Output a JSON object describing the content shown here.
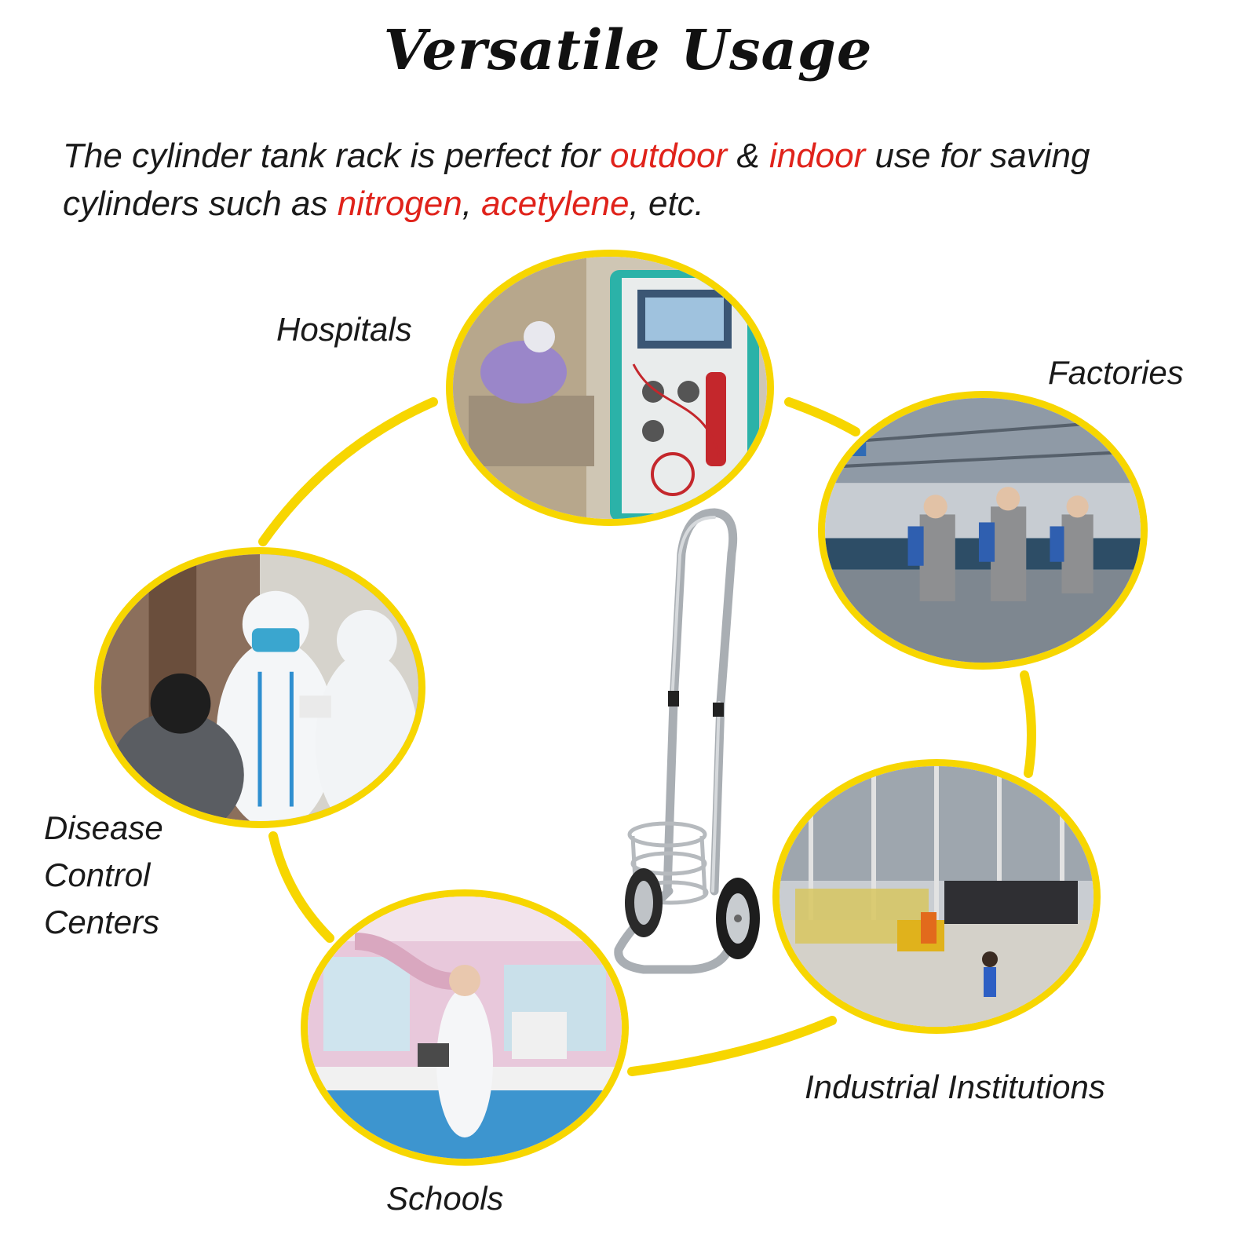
{
  "title": "Versatile Usage",
  "intro": {
    "part1": "The cylinder tank rack is perfect for ",
    "outdoor": "outdoor",
    "part2": " & ",
    "indoor": "indoor",
    "part3": " use for saving cylinders such as ",
    "nitrogen": "nitrogen",
    "part4": ", ",
    "acetylene": "acetylene",
    "part5": ", etc."
  },
  "labels": {
    "hospitals": "Hospitals",
    "factories": "Factories",
    "disease_line1": "Disease",
    "disease_line2": "Control",
    "disease_line3": "Centers",
    "schools": "Schools",
    "industrial": "Industrial Institutions"
  },
  "colors": {
    "ring": "#f7d600",
    "highlight": "#e0231b",
    "text": "#1a1a1a"
  },
  "icons": {
    "center_product": "oxygen-cylinder-cart",
    "hospital_photo": "dialysis-machine-photo",
    "factory_photo": "assembly-line-photo",
    "disease_photo": "hazmat-suits-photo",
    "school_photo": "laboratory-photo",
    "industrial_photo": "warehouse-photo"
  }
}
